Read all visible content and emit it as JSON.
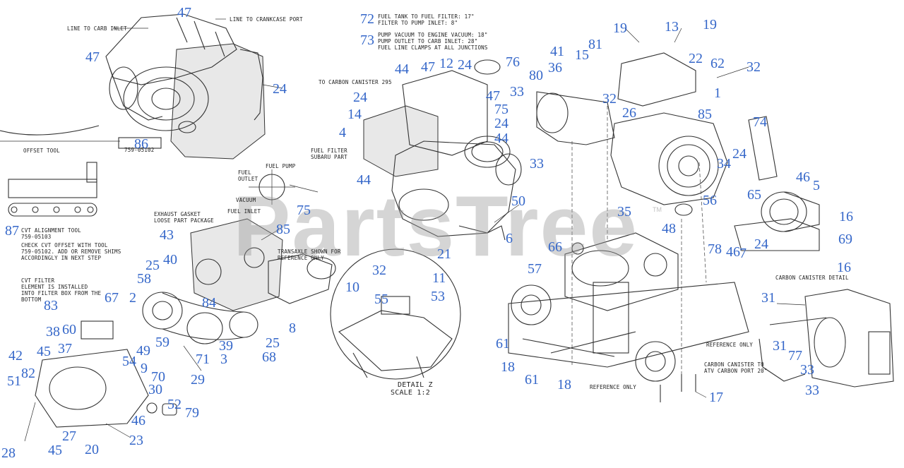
{
  "watermark": "PartsTree",
  "trademark": "TM",
  "notes": {
    "fuel_lines": "FUEL TANK TO FUEL FILTER: 17\"\nFILTER TO PUMP INLET: 8\"",
    "vacuum_lines": "PUMP VACUUM TO ENGINE VACUUM: 18\"\nPUMP OUTLET TO CARB INLET: 28\"\nFUEL LINE CLAMPS AT ALL JUNCTIONS",
    "line_to_carb": "LINE TO CARB INLET",
    "line_to_crankcase": "LINE TO CRANKCASE PORT",
    "to_carbon_canister": "TO CARBON CANISTER 295",
    "fuel_filter": "FUEL FILTER\nSUBARU PART",
    "offset_tool": "OFFSET TOOL",
    "offset_tool_part": "759-05102",
    "fuel_pump": "FUEL PUMP",
    "fuel_outlet": "FUEL\nOUTLET",
    "vacuum": "VACUUM",
    "fuel_inlet": "FUEL INLET",
    "cvt_alignment_tool": "CVT ALIGNMENT TOOL\n759-05103",
    "check_cvt": "CHECK CVT OFFSET WITH TOOL\n759-05102. ADD OR REMOVE SHIMS\nACCORDINGLY IN NEXT STEP",
    "cvt_filter": "CVT FILTER\nELEMENT IS INSTALLED\nINTO FILTER BOX FROM THE\nBOTTOM",
    "exhaust_gasket": "EXHAUST GASKET\nLOOSE PART PACKAGE",
    "transaxle_shown": "TRANSAXLE SHOWN FOR\nREFERENCE ONLY",
    "detail_z": "DETAIL Z",
    "scale": "SCALE 1:2",
    "reference_only_1": "REFERENCE ONLY",
    "reference_only_2": "REFERENCE ONLY",
    "carbon_canister_detail": "CARBON CANISTER DETAIL",
    "carbon_canister_to": "CARBON CANISTER TO\nATV CARBON PORT 20\""
  },
  "callouts": {
    "c1": "47",
    "c2": "47",
    "c3": "24",
    "c4": "86",
    "c5": "87",
    "c6": "72",
    "c7": "73",
    "c8": "44",
    "c9": "47",
    "c10": "12",
    "c11": "24",
    "c12": "76",
    "c13": "24",
    "c14": "14",
    "c15": "75",
    "c16": "24",
    "c17": "4",
    "c18": "44",
    "c19": "47",
    "c20": "44",
    "c21": "75",
    "c22": "50",
    "c23": "6",
    "c24": "85",
    "c25": "43",
    "c26": "25",
    "c27": "40",
    "c28": "58",
    "c29": "67",
    "c30": "2",
    "c31": "84",
    "c32": "83",
    "c33": "38",
    "c34": "60",
    "c35": "49",
    "c36": "59",
    "c37": "39",
    "c38": "8",
    "c39": "25",
    "c40": "68",
    "c41": "71",
    "c42": "3",
    "c43": "29",
    "c44": "42",
    "c45": "45",
    "c46": "37",
    "c47": "54",
    "c48": "9",
    "c49": "70",
    "c50": "30",
    "c51": "82",
    "c52": "51",
    "c53": "52",
    "c54": "79",
    "c55": "46",
    "c56": "27",
    "c57": "45",
    "c58": "28",
    "c59": "20",
    "c60": "23",
    "c61": "21",
    "c62": "32",
    "c63": "11",
    "c64": "10",
    "c65": "55",
    "c66": "53",
    "c67": "19",
    "c68": "13",
    "c69": "19",
    "c70": "81",
    "c71": "41",
    "c72": "15",
    "c73": "36",
    "c74": "80",
    "c75": "22",
    "c76": "62",
    "c77": "32",
    "c78": "33",
    "c79": "32",
    "c80": "1",
    "c81": "26",
    "c82": "85",
    "c83": "74",
    "c84": "33",
    "c85": "24",
    "c86": "34",
    "c87": "46",
    "c88": "5",
    "c89": "65",
    "c90": "56",
    "c91": "35",
    "c92": "16",
    "c93": "48",
    "c94": "69",
    "c95": "78",
    "c96": "46",
    "c97": "7",
    "c98": "24",
    "c99": "66",
    "c100": "16",
    "c101": "57",
    "c102": "31",
    "c103": "61",
    "c104": "18",
    "c105": "61",
    "c106": "18",
    "c107": "31",
    "c108": "77",
    "c109": "33",
    "c110": "33",
    "c111": "17"
  }
}
